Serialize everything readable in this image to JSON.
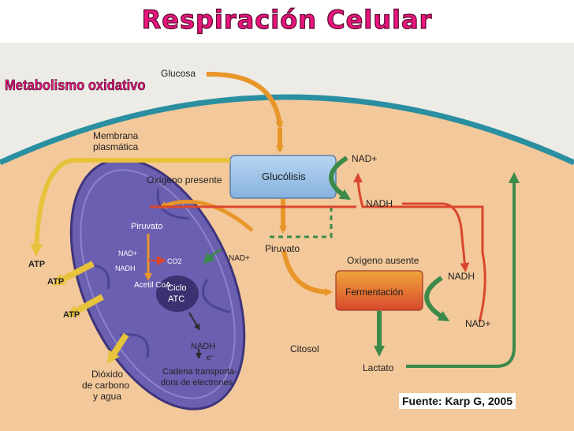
{
  "title": "Respiración Celular",
  "subtitle": "Metabolismo oxidativo",
  "source": "Fuente: Karp G, 2005",
  "diagram": {
    "glucosa": "Glucosa",
    "membrana": [
      "Membrana",
      "plasmática"
    ],
    "oxigeno_presente": "Oxígeno presente",
    "glucolisis": "Glucólisis",
    "nad_plus": "NAD+",
    "nadh": "NADH",
    "piruvato_center": "Piruvato",
    "oxigeno_ausente": "Oxígeno ausente",
    "fermentacion": "Fermentación",
    "lactato": "Lactato",
    "citosol": "Citosol",
    "mito_piruvato": "Piruvato",
    "mito_nad": "NAD+",
    "mito_nadh": "NADH",
    "co2": "CO2",
    "acetil": "Acetil CoA",
    "ciclo": [
      "Ciclo",
      "ATC"
    ],
    "mito_nadh2": "NADH",
    "electron": "e⁻",
    "cadena": [
      "Cadena transporta-",
      "dora de electrones"
    ],
    "dioxido": [
      "Dióxido",
      "de carbono",
      "y agua"
    ],
    "atp": [
      "ATP",
      "ATP",
      "ATP"
    ],
    "side_nad": "NAD+",
    "right_nadh": "NADH",
    "right_nad": "NAD+"
  },
  "colors": {
    "cell": "#f3c89a",
    "membrane": "#2a8fa0",
    "mitochondrion": "#6a5fb0",
    "glycolysis_box": "#9cc2e8",
    "fermentation_box": "#e2603a",
    "arrow_orange": "#e8962a",
    "arrow_red": "#d9472e",
    "arrow_green": "#3b8a4a",
    "arrow_yellow": "#e6c33a",
    "title": "#e8157d"
  }
}
